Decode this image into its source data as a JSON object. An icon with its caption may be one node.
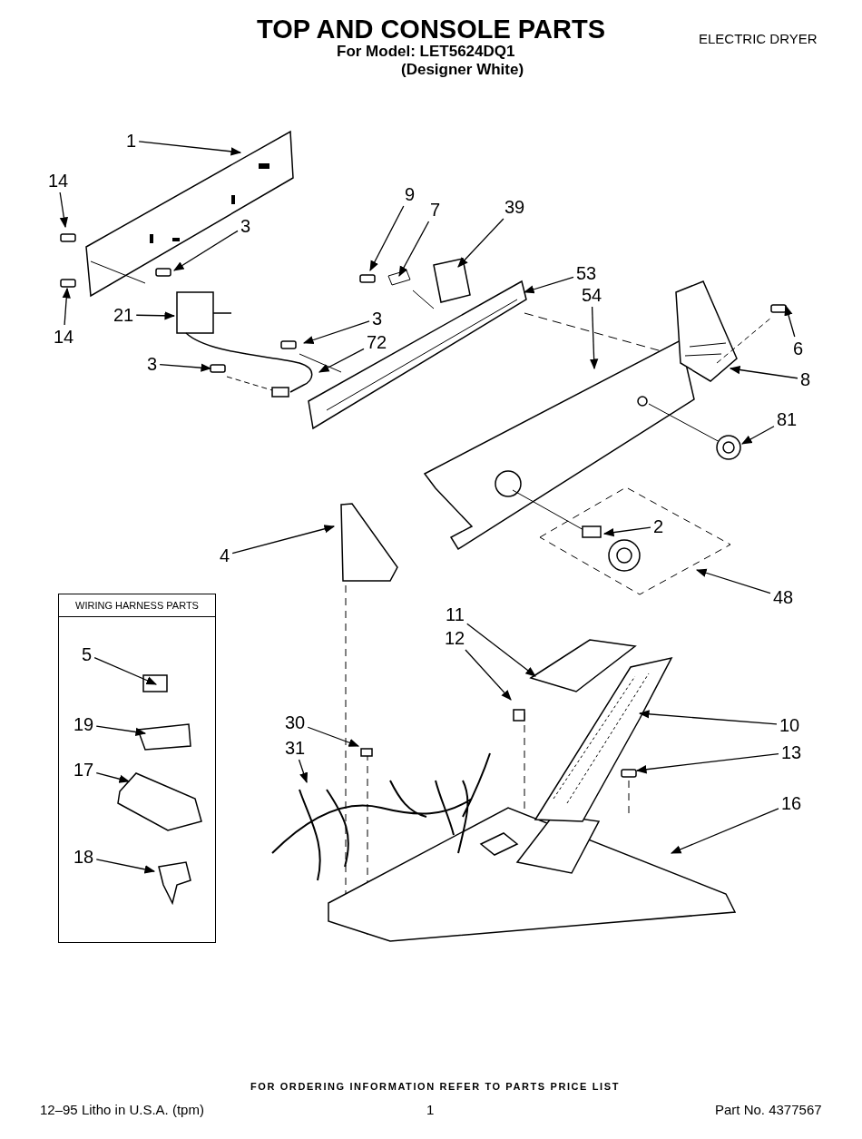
{
  "diagram": {
    "title": "TOP AND CONSOLE PARTS",
    "nodes": [
      {
        "text": [
          "1"
        ]
      },
      {
        "text": [
          "14"
        ]
      },
      {
        "text": [
          "3"
        ]
      },
      {
        "text": [
          "14"
        ]
      },
      {
        "text": [
          "21"
        ]
      },
      {
        "text": [
          "9"
        ]
      },
      {
        "text": [
          "7"
        ]
      },
      {
        "text": [
          "39"
        ]
      },
      {
        "text": [
          "53"
        ]
      },
      {
        "text": [
          "54"
        ]
      },
      {
        "text": [
          "3"
        ]
      },
      {
        "text": [
          "72"
        ]
      },
      {
        "text": [
          "3"
        ]
      },
      {
        "text": [
          "6"
        ]
      },
      {
        "text": [
          "8"
        ]
      },
      {
        "text": [
          "81"
        ]
      },
      {
        "text": [
          "2"
        ]
      },
      {
        "text": [
          "4"
        ]
      },
      {
        "text": [
          "48"
        ]
      },
      {
        "text": [
          "11"
        ]
      },
      {
        "text": [
          "12"
        ]
      },
      {
        "text": [
          "10"
        ]
      },
      {
        "text": [
          "30"
        ]
      },
      {
        "text": [
          "31"
        ]
      },
      {
        "text": [
          "13"
        ]
      },
      {
        "text": [
          "16"
        ]
      },
      {
        "text": [
          "WIRING HARNESS PARTS"
        ]
      },
      {
        "text": [
          "5"
        ],
        "in": 26
      },
      {
        "text": [
          "19"
        ],
        "in": 26
      },
      {
        "text": [
          "17"
        ],
        "in": 26
      },
      {
        "text": [
          "18"
        ],
        "in": 26
      }
    ],
    "edges": [
      {
        "from": 0,
        "to": null,
        "arrow": "to"
      },
      {
        "from": 1,
        "to": null,
        "arrow": "to"
      },
      {
        "from": 2,
        "to": null,
        "arrow": "to"
      },
      {
        "from": 3,
        "to": null,
        "arrow": "to"
      },
      {
        "from": 4,
        "to": null,
        "arrow": "to"
      },
      {
        "from": 5,
        "to": null,
        "arrow": "to"
      },
      {
        "from": 6,
        "to": null,
        "arrow": "to"
      },
      {
        "from": 7,
        "to": null,
        "arrow": "to"
      },
      {
        "from": 8,
        "to": null,
        "arrow": "to"
      },
      {
        "from": 9,
        "to": null,
        "arrow": "to"
      },
      {
        "from": 10,
        "to": null,
        "arrow": "to"
      },
      {
        "from": 11,
        "to": null,
        "arrow": "to"
      },
      {
        "from": 12,
        "to": null,
        "arrow": "to"
      },
      {
        "from": 13,
        "to": null,
        "arrow": "to"
      },
      {
        "from": 14,
        "to": null,
        "arrow": "to"
      },
      {
        "from": 15,
        "to": null,
        "arrow": "to"
      },
      {
        "from": 16,
        "to": null,
        "arrow": "to"
      },
      {
        "from": 17,
        "to": null,
        "arrow": "to"
      },
      {
        "from": 18,
        "to": null,
        "arrow": "to"
      },
      {
        "from": 19,
        "to": null,
        "arrow": "to"
      },
      {
        "from": 20,
        "to": null,
        "arrow": "to"
      },
      {
        "from": 21,
        "to": null,
        "arrow": "to"
      },
      {
        "from": 22,
        "to": null,
        "arrow": "to"
      },
      {
        "from": 23,
        "to": null,
        "arrow": "to"
      },
      {
        "from": 24,
        "to": null,
        "arrow": "to"
      },
      {
        "from": 25,
        "to": null,
        "arrow": "to"
      },
      {
        "from": 27,
        "to": null,
        "arrow": "to"
      },
      {
        "from": 28,
        "to": null,
        "arrow": "to"
      },
      {
        "from": 29,
        "to": null,
        "arrow": "to"
      },
      {
        "from": 30,
        "to": null,
        "arrow": "to"
      }
    ],
    "labels": [
      "For Model: LET5624DQ1",
      "(Designer White)",
      "ELECTRIC DRYER",
      "FOR ORDERING INFORMATION REFER TO PARTS PRICE LIST",
      "12–95 Litho in U.S.A. (tpm)",
      "1",
      "Part No. 4377567"
    ]
  }
}
